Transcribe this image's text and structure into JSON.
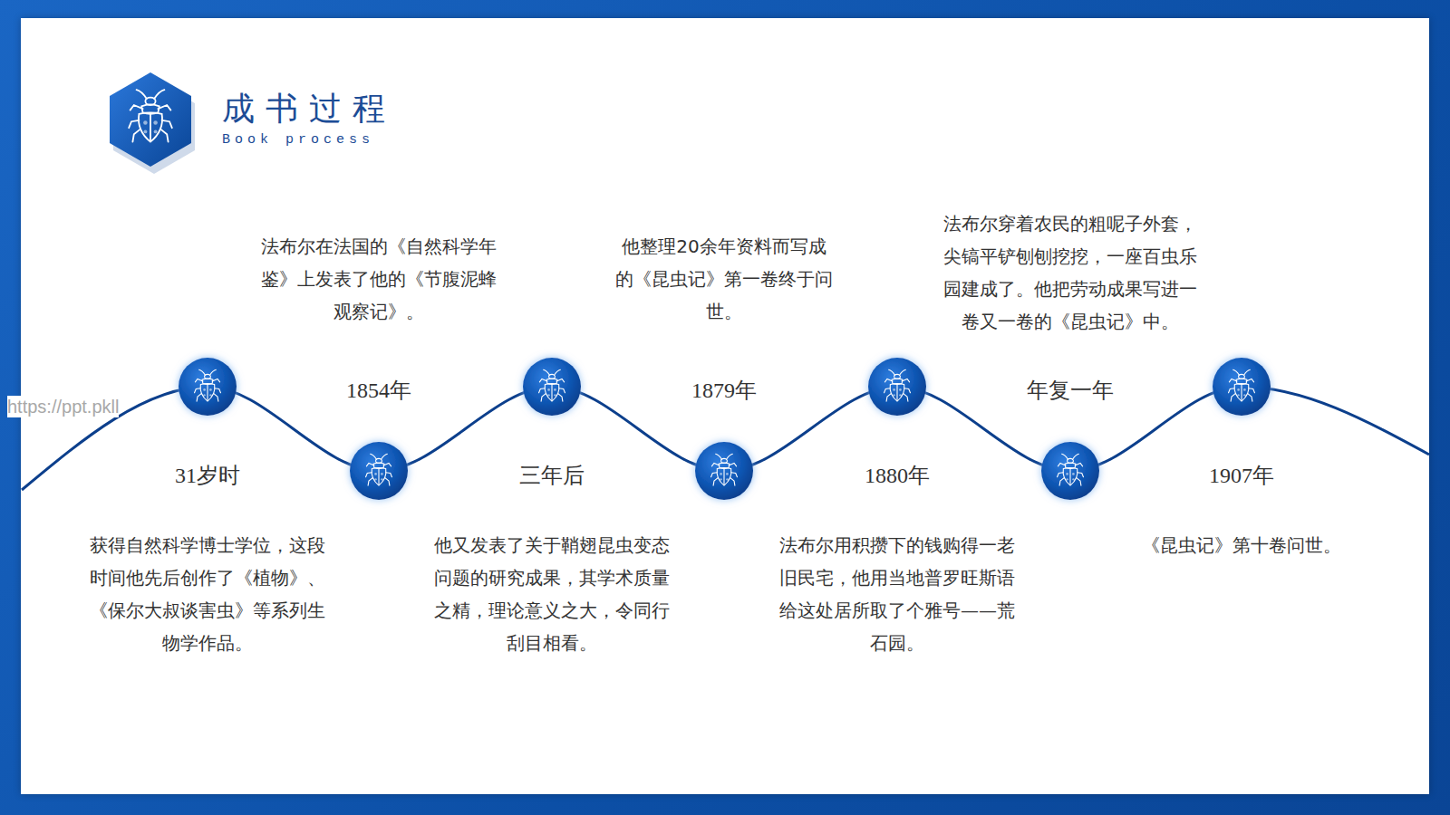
{
  "diagram": {
    "title": "成书过程",
    "labels": [
      "Book process",
      "https://ppt.pkll",
      "31岁时",
      "获得自然科学博士学位，这段时间他先后创作了《植物》、《保尔大叔谈害虫》等系列生物学作品。",
      "1854年",
      "法布尔在法国的《自然科学年鉴》上发表了他的《节腹泥蜂观察记》。",
      "三年后",
      "他又发表了关于鞘翅昆虫变态问题的研究成果，其学术质量之精，理论意义之大，令同行刮目相看。",
      "1879年",
      "他整理20余年资料而写成的《昆虫记》第一卷终于问世。",
      "1880年",
      "法布尔用积攒下的钱购得一老旧民宅，他用当地普罗旺斯语给这处居所取了个雅号——荒石园。",
      "年复一年",
      "法布尔穿着农民的粗呢子外套，尖镐平铲刨刨挖挖，一座百虫乐园建成了。他把劳动成果写进一卷又一卷的《昆虫记》中。",
      "1907年",
      "《昆虫记》第十卷问世。"
    ]
  }
}
